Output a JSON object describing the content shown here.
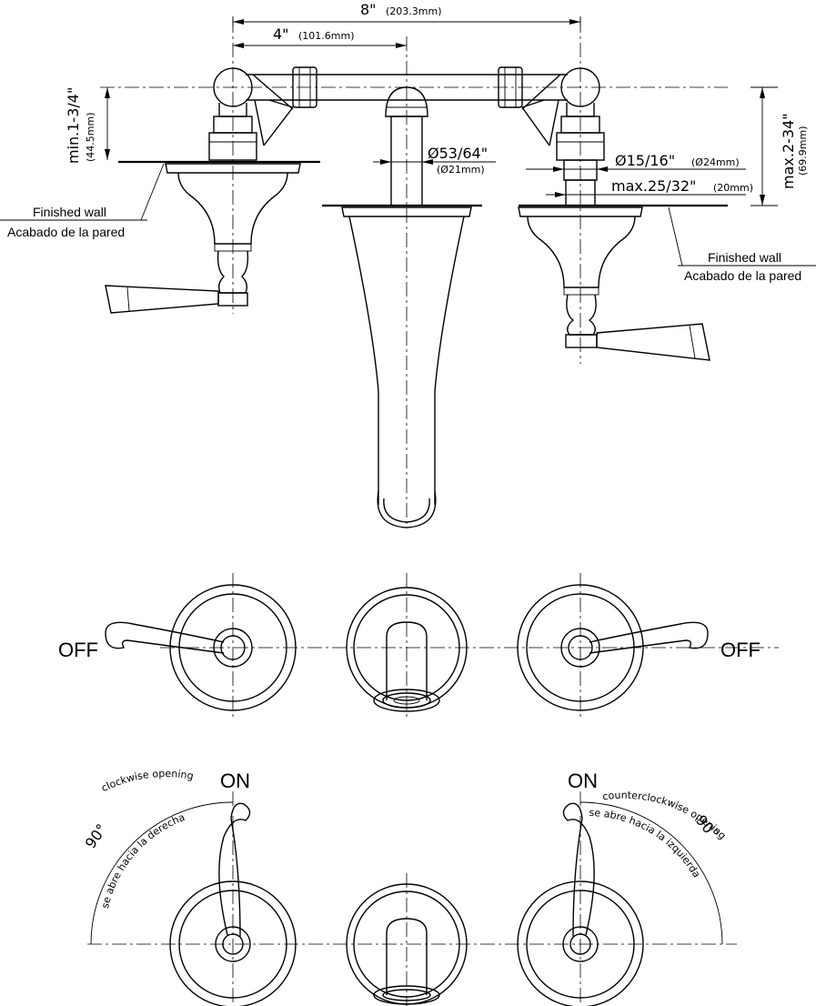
{
  "dimensions": {
    "width_8": "8\"",
    "width_8_mm": "(203.3mm)",
    "width_4": "4\"",
    "width_4_mm": "(101.6mm)",
    "min_left": "min.1-3/4\"",
    "min_left_mm": "(44.5mm)",
    "max_right": "max.2-34\"",
    "max_right_mm": "(69.9mm)",
    "spout_dia": "Ø53/64\"",
    "spout_dia_mm": "(Ø21mm)",
    "valve_dia": "Ø15/16\"",
    "valve_dia_mm": "(Ø24mm)",
    "valve_max": "max.25/32\"",
    "valve_max_mm": "(20mm)"
  },
  "labels": {
    "finished_wall_left": "Finished wall",
    "acabado_left": "Acabado de la pared",
    "finished_wall_right": "Finished wall",
    "acabado_right": "Acabado de la pared",
    "off_left": "OFF",
    "off_right": "OFF",
    "on_left": "ON",
    "on_right": "ON",
    "deg_left": "90°",
    "deg_right": "90°",
    "cw_en": "clockwise opening",
    "cw_es": "se abre hacia la derecha",
    "ccw_en": "counterclockwise opening",
    "ccw_es": "se abre hacia la izquierda"
  }
}
